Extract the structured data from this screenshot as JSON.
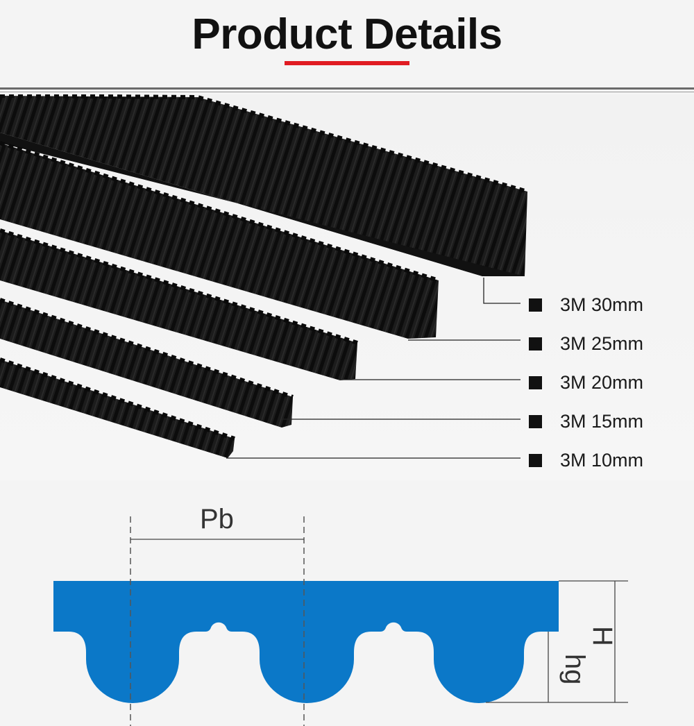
{
  "header": {
    "title": "Product Details"
  },
  "colors": {
    "accent_red": "#e01b22",
    "belt_black": "#1b1b1b",
    "profile_blue": "#0b78c8"
  },
  "belt_sizes": [
    {
      "label": "3M 30mm"
    },
    {
      "label": "3M 25mm"
    },
    {
      "label": "3M 20mm"
    },
    {
      "label": "3M 15mm"
    },
    {
      "label": "3M 10mm"
    }
  ],
  "profile_diagram": {
    "pitch_label": "Pb",
    "total_height_label": "H",
    "tooth_height_label": "hg"
  }
}
